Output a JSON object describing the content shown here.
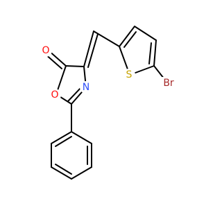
{
  "molecule": {
    "atoms": {
      "carbonyl_oxygen": {
        "symbol": "O",
        "color": "#ff0d0d"
      },
      "ring_oxygen": {
        "symbol": "O",
        "color": "#ff0d0d"
      },
      "nitrogen": {
        "symbol": "N",
        "color": "#3050f8"
      },
      "sulfur": {
        "symbol": "S",
        "color": "#c6a300"
      },
      "bromine": {
        "symbol": "Br",
        "color": "#a62929"
      }
    },
    "bond_color": "#000000"
  }
}
